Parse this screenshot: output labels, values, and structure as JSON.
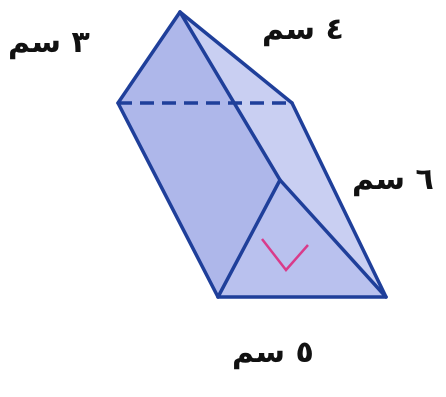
{
  "labels": {
    "top_left": "٣ سم",
    "top_right": "٤ سم",
    "right_edge": "٦ سم",
    "bottom": "٥ سم"
  },
  "colors": {
    "edge": "#1f3f9a",
    "face_light": "#d7dcf5",
    "face_mid": "#b3bbec",
    "face_dark": "#9aa5e2",
    "right_angle": "#d93b8a"
  }
}
